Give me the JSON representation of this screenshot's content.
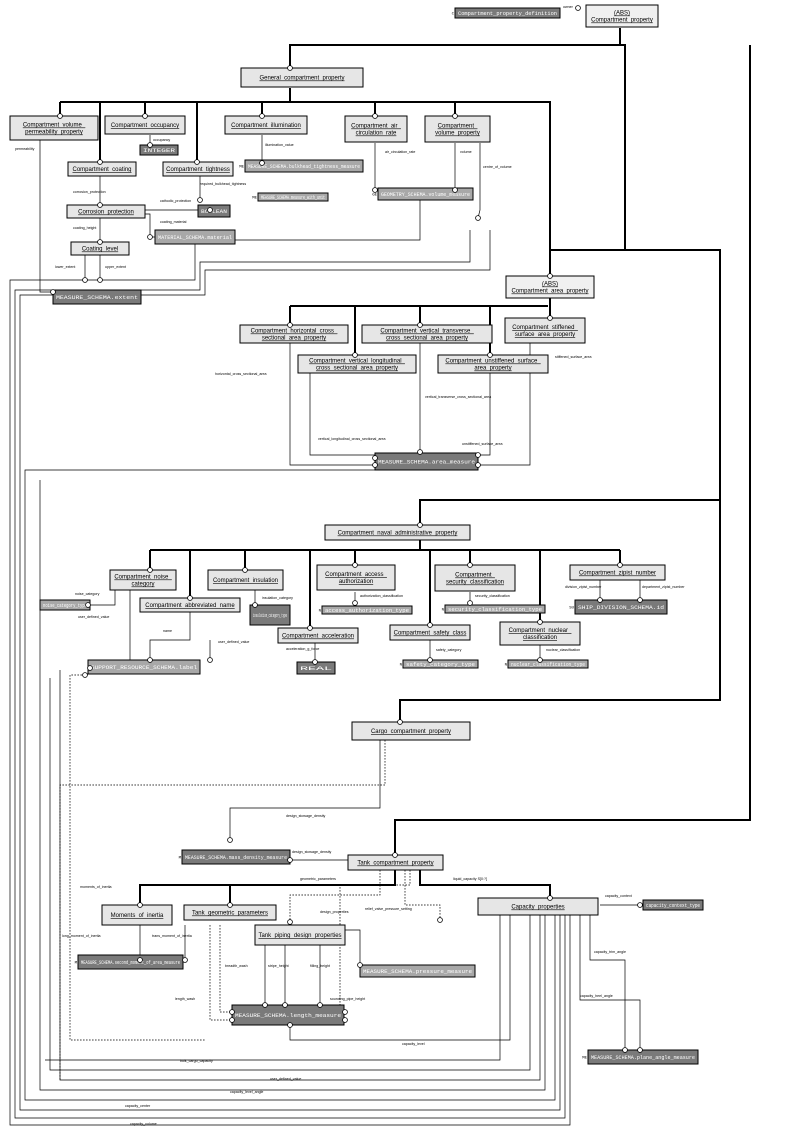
{
  "entities": [
    {
      "id": "compartment_property",
      "lines": [
        "(ABS)",
        "Compartment_property"
      ],
      "abstract": true
    },
    {
      "id": "general_compartment_property",
      "lines": [
        "General_compartment_property"
      ]
    },
    {
      "id": "compartment_volume_permeability_property",
      "lines": [
        "Compartment_volume_",
        "permeability_property"
      ]
    },
    {
      "id": "compartment_occupancy",
      "lines": [
        "Compartment_occupancy"
      ]
    },
    {
      "id": "compartment_illumination",
      "lines": [
        "Compartment_illumination"
      ]
    },
    {
      "id": "compartment_air_circulation_rate",
      "lines": [
        "Compartment_air_",
        "circulation_rate"
      ]
    },
    {
      "id": "compartment_volume_property",
      "lines": [
        "Compartment_",
        "volume_property"
      ]
    },
    {
      "id": "compartment_coating",
      "lines": [
        "Compartment_coating"
      ]
    },
    {
      "id": "compartment_tightness",
      "lines": [
        "Compartment_tightness"
      ]
    },
    {
      "id": "corrosion_protection",
      "lines": [
        "Corrosion_protection"
      ]
    },
    {
      "id": "coating_level",
      "lines": [
        "Coating_level"
      ]
    },
    {
      "id": "compartment_area_property",
      "lines": [
        "(ABS)",
        "Compartment_area_property"
      ],
      "abstract": true
    },
    {
      "id": "compartment_horizontal_cross_sectional_area_property",
      "lines": [
        "Compartment_horizontal_cross_",
        "sectional_area_property"
      ]
    },
    {
      "id": "compartment_vertical_transverse_cross_sectional_area_property",
      "lines": [
        "Compartment_vertical_transverse_",
        "cross_sectional_area_property"
      ]
    },
    {
      "id": "compartment_stiffened_surface_area_property",
      "lines": [
        "Compartment_stiffened_",
        "surface_area_property"
      ]
    },
    {
      "id": "compartment_vertical_longitudinal_cross_sectional_area_property",
      "lines": [
        "Compartment_vertical_longitudinal_",
        "cross_sectional_area_property"
      ]
    },
    {
      "id": "compartment_unstiffened_surface_area_property",
      "lines": [
        "Compartment_unstiffened_surface_",
        "area_property"
      ]
    },
    {
      "id": "compartment_naval_administrative_property",
      "lines": [
        "Compartment_naval_administrative_property"
      ]
    },
    {
      "id": "compartment_noise_category",
      "lines": [
        "Compartment_noise_",
        "category"
      ]
    },
    {
      "id": "compartment_insulation",
      "lines": [
        "Compartment_insulation"
      ]
    },
    {
      "id": "compartment_access_authorization",
      "lines": [
        "Compartment_access_",
        "authorization"
      ]
    },
    {
      "id": "compartment_security_classification",
      "lines": [
        "Compartment_",
        "security_classification"
      ]
    },
    {
      "id": "compartment_zipist_number",
      "lines": [
        "Compartment_zipist_number"
      ]
    },
    {
      "id": "compartment_abbreviated_name",
      "lines": [
        "Compartment_abbreviated_name"
      ]
    },
    {
      "id": "compartment_acceleration",
      "lines": [
        "Compartment_acceleration"
      ]
    },
    {
      "id": "compartment_safety_class",
      "lines": [
        "Compartment_safety_class"
      ]
    },
    {
      "id": "compartment_nuclear_classification",
      "lines": [
        "Compartment_nuclear_",
        "classification"
      ]
    },
    {
      "id": "cargo_compartment_property",
      "lines": [
        "Cargo_compartment_property"
      ]
    },
    {
      "id": "tank_compartment_property",
      "lines": [
        "Tank_compartment_property"
      ]
    },
    {
      "id": "capacity_properties",
      "lines": [
        "Capacity_properties"
      ]
    },
    {
      "id": "moments_of_inertia",
      "lines": [
        "Moments_of_inertia"
      ]
    },
    {
      "id": "tank_geometric_parameters",
      "lines": [
        "Tank_geometric_parameters"
      ]
    },
    {
      "id": "tank_piping_design_properties",
      "lines": [
        "Tank_piping_design_properties"
      ]
    }
  ],
  "refs": [
    {
      "id": "ref_owner",
      "text": "Compartment_property_definition",
      "prefix": "C"
    },
    {
      "id": "ref_occupancy",
      "text": "INTEGER"
    },
    {
      "id": "ref_tightness",
      "text": "MEASURE_SCHEMA.bulkhead_tightness_measure",
      "prefix": "ME"
    },
    {
      "id": "ref_illumination",
      "text": "MEASURE_SCHEMA.measure_with_unit",
      "prefix": "ME"
    },
    {
      "id": "ref_volume",
      "text": "GEOMETRY_SCHEMA.volume_measure",
      "prefix": "GE"
    },
    {
      "id": "ref_cathodic",
      "text": "BOOLEAN"
    },
    {
      "id": "ref_coating_material",
      "text": "MATERIAL_SCHEMA.material"
    },
    {
      "id": "ref_extent",
      "text": "MEASURE_SCHEMA.extent"
    },
    {
      "id": "ref_area",
      "text": "MEASURE_SCHEMA.area_measure"
    },
    {
      "id": "ref_noise",
      "text": "noise_category_type"
    },
    {
      "id": "ref_insulation",
      "text": "insulation_category_type"
    },
    {
      "id": "ref_access",
      "text": "access_authorization_type",
      "prefix": "N"
    },
    {
      "id": "ref_security",
      "text": "security_classification_type",
      "prefix": "N"
    },
    {
      "id": "ref_zipist",
      "text": "SHIP_DIVISION_SCHEMA.id",
      "prefix": "SU"
    },
    {
      "id": "ref_descriptive",
      "text": "SUPPORT_RESOURCE_SCHEMA.label"
    },
    {
      "id": "ref_acceleration",
      "text": "REAL"
    },
    {
      "id": "ref_safety",
      "text": "safety_category_type",
      "prefix": "N"
    },
    {
      "id": "ref_nuclear",
      "text": "nuclear_classification_type",
      "prefix": "N"
    },
    {
      "id": "ref_density",
      "text": "MEASURE_SCHEMA.mass_density_measure",
      "prefix": "M"
    },
    {
      "id": "ref_context",
      "text": "capacity_context_type"
    },
    {
      "id": "ref_inertia",
      "text": "MEASURE_SCHEMA.second_moment_of_area_measure",
      "prefix": "M"
    },
    {
      "id": "ref_pressure",
      "text": "MEASURE_SCHEMA.pressure_measure"
    },
    {
      "id": "ref_length",
      "text": "MEASURE_SCHEMA.length_measure"
    },
    {
      "id": "ref_angle",
      "text": "MEASURE_SCHEMA.plane_angle_measure",
      "prefix": "ME"
    }
  ],
  "labels": [
    {
      "id": "l_owner",
      "text": "owner"
    },
    {
      "id": "l_permeability",
      "text": "permeability"
    },
    {
      "id": "l_occupancy",
      "text": "occupancy"
    },
    {
      "id": "l_illumination",
      "text": "illumination_value"
    },
    {
      "id": "l_air",
      "text": "air_circulation_rate"
    },
    {
      "id": "l_volume",
      "text": "volume"
    },
    {
      "id": "l_center",
      "text": "centre_of_volume"
    },
    {
      "id": "l_tight",
      "text": "required_bulkhead_tightness"
    },
    {
      "id": "l_corrosion",
      "text": "corrosion_protection"
    },
    {
      "id": "l_cathodic",
      "text": "cathodic_protection"
    },
    {
      "id": "l_coating_mat",
      "text": "coating_material"
    },
    {
      "id": "l_coating_height",
      "text": "coating_height"
    },
    {
      "id": "l_lower",
      "text": "lower_extent"
    },
    {
      "id": "l_upper",
      "text": "upper_extent"
    },
    {
      "id": "l_hcs",
      "text": "horizontal_cross_sectional_area"
    },
    {
      "id": "l_stiff",
      "text": "stiffened_surface_area"
    },
    {
      "id": "l_vtcs",
      "text": "vertical_transverse_cross_sectional_area"
    },
    {
      "id": "l_vlcs",
      "text": "vertical_longitudinal_cross_sectional_area"
    },
    {
      "id": "l_unstiff",
      "text": "unstiffened_surface_area"
    },
    {
      "id": "l_noise",
      "text": "noise_category"
    },
    {
      "id": "l_insul",
      "text": "insulation_category"
    },
    {
      "id": "l_auth",
      "text": "authorization_classification"
    },
    {
      "id": "l_sec",
      "text": "security_classification"
    },
    {
      "id": "l_div",
      "text": "division_zipist_number"
    },
    {
      "id": "l_dep",
      "text": "department_zipist_number"
    },
    {
      "id": "l_udv1",
      "text": "user_defined_value"
    },
    {
      "id": "l_name",
      "text": "name"
    },
    {
      "id": "l_udv2",
      "text": "user_defined_value"
    },
    {
      "id": "l_accel",
      "text": "acceleration_g_force"
    },
    {
      "id": "l_safety",
      "text": "safety_category"
    },
    {
      "id": "l_nuclear",
      "text": "nuclear_classification"
    },
    {
      "id": "l_density1",
      "text": "design_stowage_density"
    },
    {
      "id": "l_density2",
      "text": "design_stowage_density"
    },
    {
      "id": "l_moments",
      "text": "moments_of_inertia"
    },
    {
      "id": "l_geom",
      "text": "geometric_parameters"
    },
    {
      "id": "l_liquid",
      "text": "liquid_capacity S[0:?]"
    },
    {
      "id": "l_design",
      "text": "design_properties"
    },
    {
      "id": "l_relief",
      "text": "relief_valve_pressure_setting"
    },
    {
      "id": "l_ctx",
      "text": "capacity_context"
    },
    {
      "id": "l_long",
      "text": "long_moment_of_inertia"
    },
    {
      "id": "l_trans",
      "text": "trans_moment_of_inertia"
    },
    {
      "id": "l_trim",
      "text": "capacity_trim_angle"
    },
    {
      "id": "l_heel",
      "text": "capacity_heel_angle"
    },
    {
      "id": "l_breadth",
      "text": "breadth_wash"
    },
    {
      "id": "l_stripe",
      "text": "stripe_height"
    },
    {
      "id": "l_fill",
      "text": "filling_height"
    },
    {
      "id": "l_length",
      "text": "length_wash"
    },
    {
      "id": "l_sounding",
      "text": "sounding_pipe_height"
    },
    {
      "id": "l_caplevel",
      "text": "capacity_level"
    },
    {
      "id": "l_bulk",
      "text": "bulk_cargo_capacity"
    },
    {
      "id": "l_udv3",
      "text": "user_defined_value"
    },
    {
      "id": "l_levelangle",
      "text": "capacity_level_angle"
    },
    {
      "id": "l_center2",
      "text": "capacity_center"
    },
    {
      "id": "l_capvol",
      "text": "capacity_volume"
    }
  ]
}
